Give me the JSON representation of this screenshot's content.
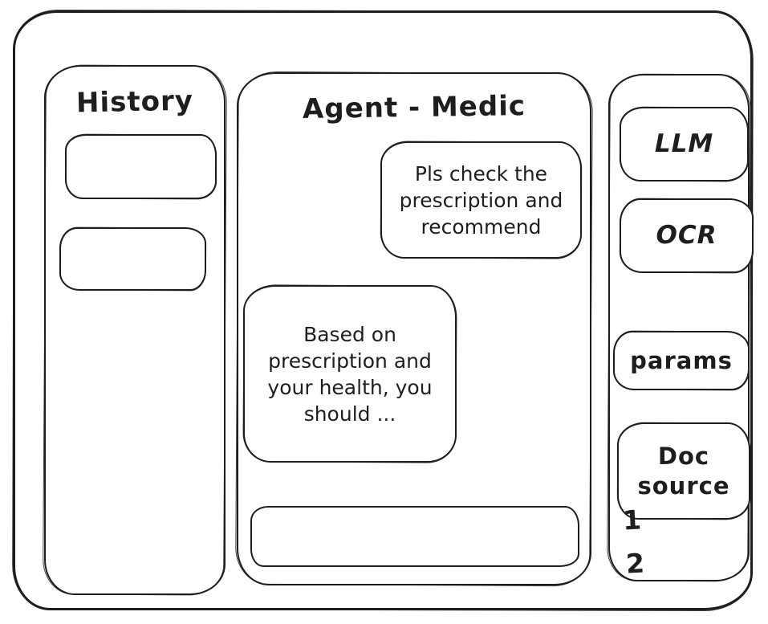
{
  "colors": {
    "stroke": "#1e1e1e",
    "background": "#ffffff"
  },
  "history_panel": {
    "title": "History"
  },
  "chat_panel": {
    "title": "Agent - Medic",
    "messages": [
      {
        "role": "user",
        "text": "Pls check the prescription and recommend"
      },
      {
        "role": "agent",
        "text": "Based on prescription and your health, you should ..."
      }
    ],
    "input": {
      "value": ""
    }
  },
  "tools_panel": {
    "buttons": [
      {
        "label": "LLM"
      },
      {
        "label": "OCR"
      },
      {
        "label": "params"
      },
      {
        "label": "Doc source"
      }
    ],
    "doc_source_items": [
      "1",
      "2"
    ]
  }
}
